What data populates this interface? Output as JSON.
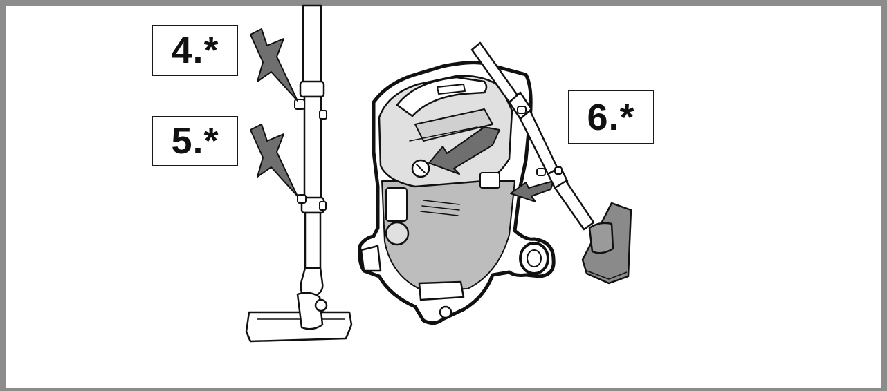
{
  "labels": {
    "step4": "4.*",
    "step5": "5.*",
    "step6": "6.*"
  },
  "colors": {
    "frame": "#8c8c8c",
    "line": "#111111",
    "arrow_fill": "#6f6f6f",
    "vacuum_shade": "#bdbdbd",
    "background": "#ffffff"
  },
  "icons": [
    "arrow-icon",
    "vacuum-cleaner-icon",
    "suction-tube-icon",
    "floor-nozzle-icon",
    "tube-clip-icon"
  ]
}
